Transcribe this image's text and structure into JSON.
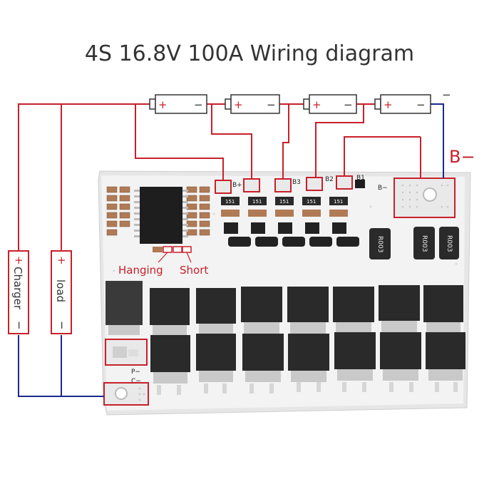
{
  "title": "4S 16.8V 100A Wiring diagram",
  "batteries": [
    {
      "plus": "+",
      "minus": "−"
    },
    {
      "plus": "+",
      "minus": "−"
    },
    {
      "plus": "+",
      "minus": "−"
    },
    {
      "plus": "+",
      "minus": "−"
    }
  ],
  "battery_minus_terminal": "−",
  "b_minus_label": "B−",
  "pads": {
    "b_plus": "B+",
    "b3": "B3",
    "b2": "B2",
    "b1": "B1",
    "b_minus": "B−",
    "p_minus": "P−",
    "c_minus": "C−"
  },
  "resistor_markings": [
    "151",
    "151",
    "151",
    "151",
    "151"
  ],
  "shunt_markings": [
    "R003",
    "R003",
    "R003"
  ],
  "jumper_labels": {
    "hanging": "Hanging",
    "short": "Short"
  },
  "charger_box": {
    "plus": "+",
    "label": "Charger",
    "minus": "−"
  },
  "load_box": {
    "plus": "+",
    "label": "load",
    "minus": "−"
  },
  "colors": {
    "positive_wire": "#c8202a",
    "negative_wire": "#1a2a8c",
    "board": "#f2f2f2",
    "mosfet": "#2a2a2a"
  }
}
